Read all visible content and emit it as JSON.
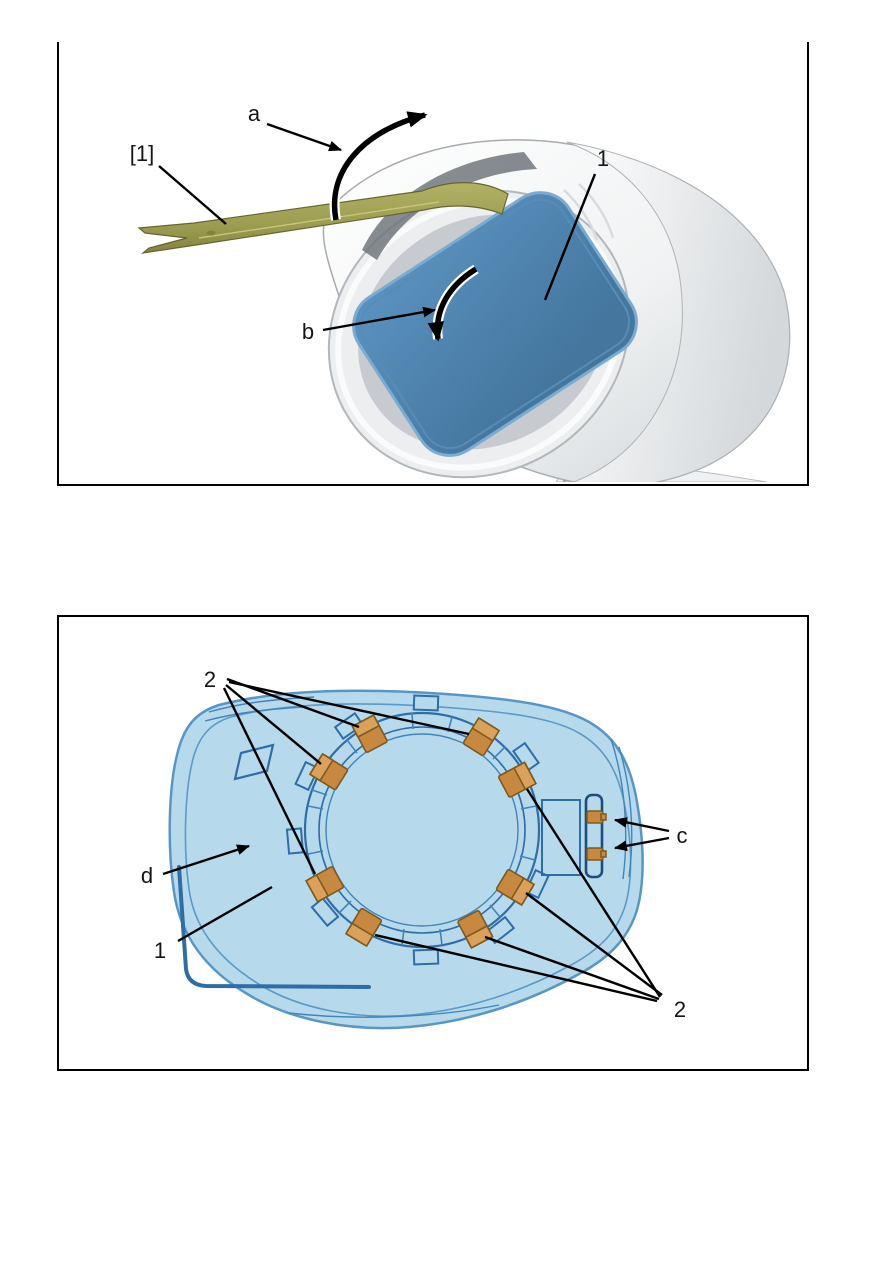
{
  "page": {
    "background": "#ffffff",
    "description": "Door mirror glass removal illustrations"
  },
  "figure1": {
    "name": "mirror-glass-prying-step",
    "labels": {
      "tool": "[1]",
      "rotate_up": "a",
      "rotate_down": "b",
      "mirror_glass": "1"
    },
    "colors": {
      "housing": "#eef0f1",
      "glass": "#4a80ac",
      "tool": "#a3a355",
      "arrow": "#000000"
    }
  },
  "figure2": {
    "name": "mirror-glass-back-clips",
    "labels": {
      "clips_upper": "2",
      "clips_lower": "2",
      "backing": "d",
      "mirror_glass": "1",
      "terminals": "c"
    },
    "clip_count": 8,
    "terminal_count": 2,
    "colors": {
      "backing": "#b7d9ec",
      "outline": "#2f6da6",
      "clip": "#c6893f"
    }
  }
}
